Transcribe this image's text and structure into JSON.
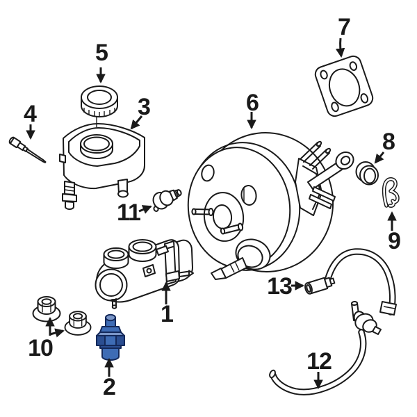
{
  "diagram": {
    "highlighted_callout": "2",
    "colors": {
      "background": "#ffffff",
      "line": "#1a1a1a",
      "highlight_fill": "#3e6cb5",
      "highlight_light": "#7a96c8",
      "highlight_dark": "#2b4e91",
      "highlight_outline": "#14295a"
    },
    "callouts": [
      {
        "number": "1"
      },
      {
        "number": "2"
      },
      {
        "number": "3"
      },
      {
        "number": "4"
      },
      {
        "number": "5"
      },
      {
        "number": "6"
      },
      {
        "number": "7"
      },
      {
        "number": "8"
      },
      {
        "number": "9"
      },
      {
        "number": "10"
      },
      {
        "number": "11"
      },
      {
        "number": "12"
      },
      {
        "number": "13"
      }
    ]
  }
}
